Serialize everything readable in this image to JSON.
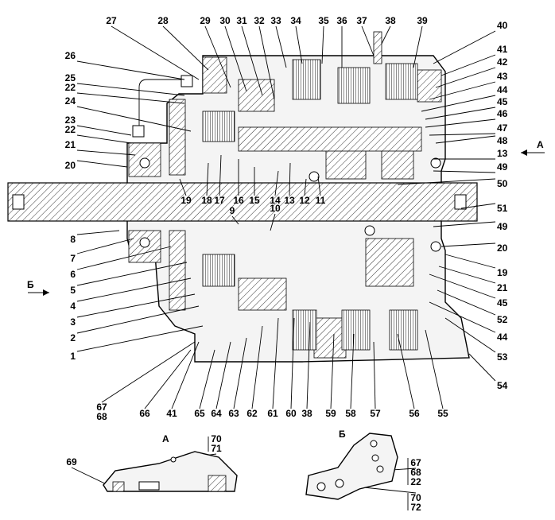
{
  "diagram": {
    "labels_top": [
      "27",
      "28",
      "29",
      "30",
      "31",
      "32",
      "33",
      "34",
      "35",
      "36",
      "37",
      "38",
      "39"
    ],
    "labels_left": [
      "26",
      "25",
      "22",
      "24",
      "23",
      "22",
      "21",
      "20",
      "8",
      "7",
      "6",
      "5",
      "4",
      "3",
      "2",
      "1"
    ],
    "labels_right": [
      "40",
      "41",
      "42",
      "43",
      "44",
      "45",
      "46",
      "47",
      "48",
      "13",
      "49",
      "50",
      "51",
      "49",
      "20",
      "19",
      "21",
      "45",
      "52",
      "44",
      "53",
      "54"
    ],
    "labels_inner_top": [
      "19",
      "18",
      "17",
      "16",
      "15",
      "14",
      "13",
      "12",
      "11",
      "9",
      "10"
    ],
    "labels_bottom": [
      "67",
      "68",
      "66",
      "41",
      "65",
      "64",
      "63",
      "62",
      "61",
      "60",
      "38",
      "59",
      "58",
      "57",
      "56",
      "55"
    ],
    "view_arrow_right": "А",
    "view_arrow_left": "Б",
    "inset_a": {
      "title": "А",
      "labels": [
        "70",
        "71",
        "69"
      ]
    },
    "inset_b": {
      "title": "Б",
      "labels": [
        "67",
        "68",
        "22",
        "70",
        "72"
      ]
    }
  }
}
